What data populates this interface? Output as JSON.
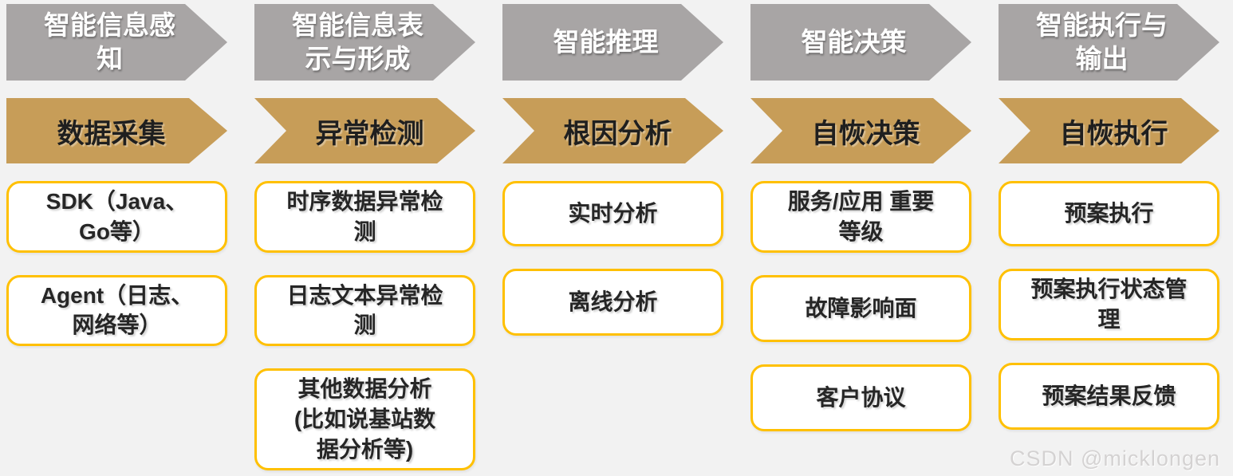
{
  "diagram": {
    "watermark": "CSDN @micklongen",
    "colors": {
      "background": "#f2f2f2",
      "stage_fill": "#a8a5a5",
      "phase_fill": "#c79d58",
      "box_border": "#ffc000"
    },
    "columns": [
      {
        "stage": "智能信息感\n知",
        "phase": "数据采集",
        "items": [
          "SDK（Java、\nGo等）",
          "Agent（日志、\n网络等）"
        ]
      },
      {
        "stage": "智能信息表\n示与形成",
        "phase": "异常检测",
        "items": [
          "时序数据异常检\n测",
          "日志文本异常检\n测",
          "其他数据分析\n(比如说基站数\n据分析等)"
        ]
      },
      {
        "stage": "智能推理",
        "phase": "根因分析",
        "items": [
          "实时分析",
          "离线分析"
        ]
      },
      {
        "stage": "智能决策",
        "phase": "自恢决策",
        "items": [
          "服务/应用 重要\n等级",
          "故障影响面",
          "客户协议"
        ]
      },
      {
        "stage": "智能执行与\n输出",
        "phase": "自恢执行",
        "items": [
          "预案执行",
          "预案执行状态管\n理",
          "预案结果反馈"
        ]
      }
    ]
  }
}
